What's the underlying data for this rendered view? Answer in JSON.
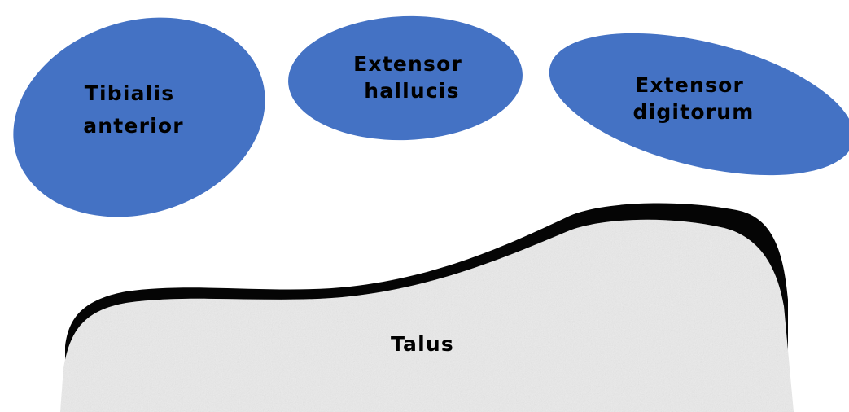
{
  "colors": {
    "tendon_fill": "#4472c4",
    "bone_fill": "#e6e6e6",
    "cartilage": "#050505",
    "label": "#000000"
  },
  "tendons": [
    {
      "id": "tibialis-anterior",
      "line1": "Tibialis",
      "line2": "anterior"
    },
    {
      "id": "extensor-hallucis",
      "line1": "Extensor",
      "line2": "hallucis"
    },
    {
      "id": "extensor-digitorum",
      "line1": "Extensor",
      "line2": "digitorum"
    }
  ],
  "bone": {
    "label": "Talus"
  }
}
